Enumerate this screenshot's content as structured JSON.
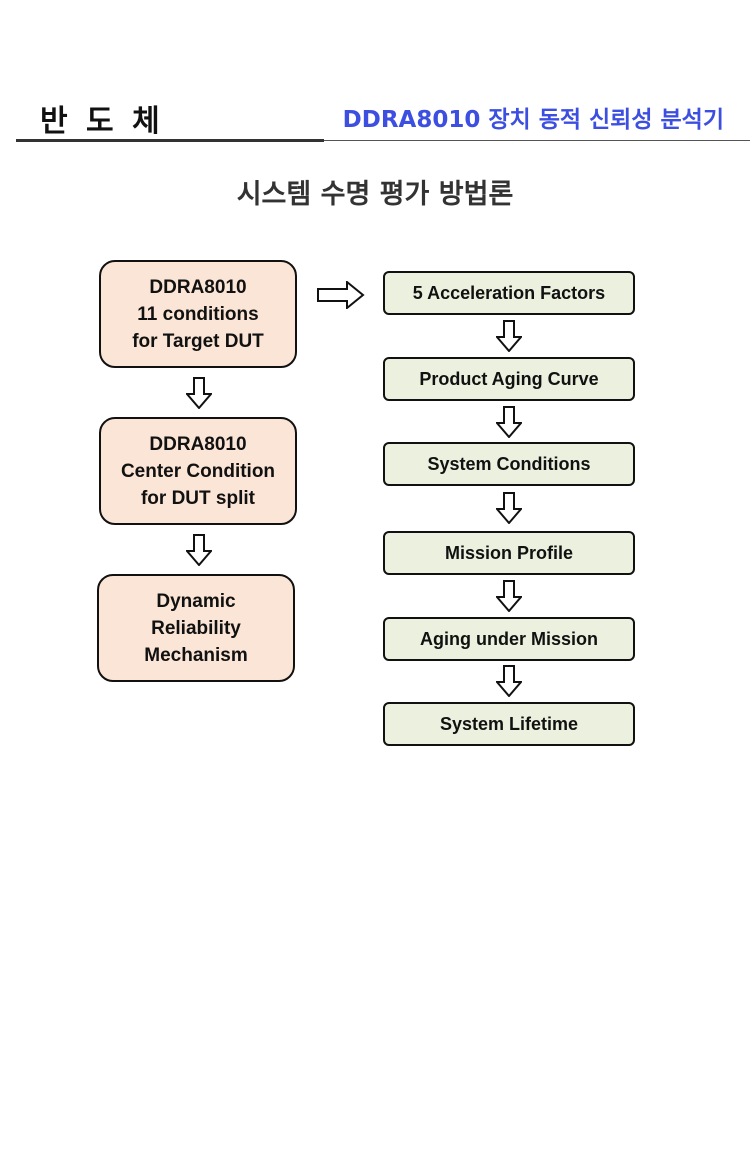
{
  "header": {
    "category": "반 도 체",
    "product_title": "DDRA8010 장치 동적 신뢰성 분석기"
  },
  "page_title": "시스템 수명 평가 방법론",
  "left_column": [
    {
      "lines": [
        "DDRA8010",
        "11 conditions",
        "for Target DUT"
      ]
    },
    {
      "lines": [
        "DDRA8010",
        "Center Condition",
        "for DUT split"
      ]
    },
    {
      "lines": [
        "Dynamic",
        "Reliability",
        "Mechanism"
      ]
    }
  ],
  "right_column": [
    {
      "label": "5 Acceleration Factors"
    },
    {
      "label": "Product Aging Curve"
    },
    {
      "label": "System Conditions"
    },
    {
      "label": "Mission Profile"
    },
    {
      "label": "Aging under Mission"
    },
    {
      "label": "System Lifetime"
    }
  ],
  "colors": {
    "left_fill": "#fbe5d6",
    "right_fill": "#ebf1de",
    "accent": "#3d4fe0"
  }
}
